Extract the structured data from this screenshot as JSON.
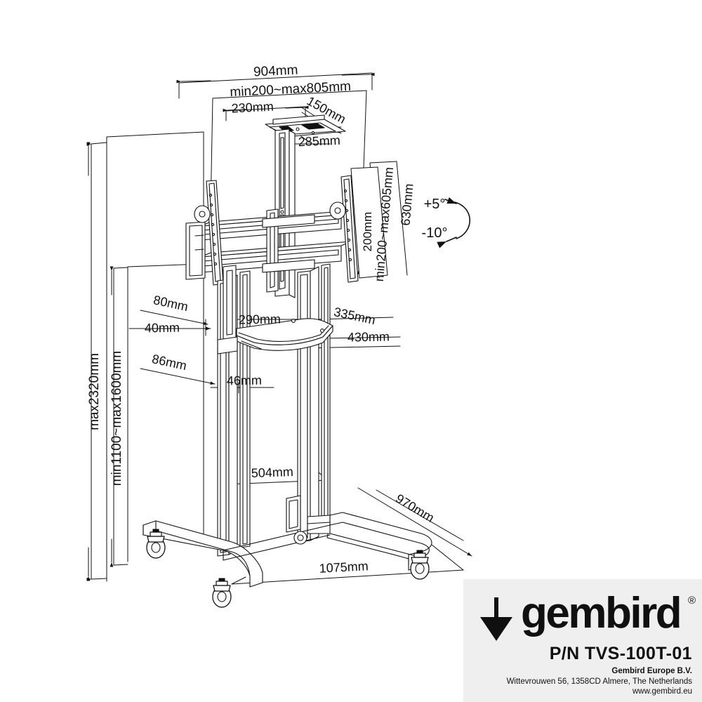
{
  "document": {
    "type": "technical-dimension-drawing",
    "subject": "Mobile TV floor stand / trolley with tilt bracket and AV shelf",
    "background_color": "#ffffff",
    "line_color": "#111111"
  },
  "dimensions": {
    "top_width": "904mm",
    "bracket_span": "min200~max805mm",
    "plate_width": "230mm",
    "plate_depth": "150mm",
    "plate_height": "285mm",
    "panel_height": "630mm",
    "panel_range": "min200~max605mm",
    "panel_inner": "200mm",
    "column_offset_a": "80mm",
    "column_offset_b": "40mm",
    "shelf_depth": "290mm",
    "shelf_offset": "335mm",
    "shelf_width": "430mm",
    "base_offset_a": "86mm",
    "base_offset_b": "46mm",
    "column_spacing": "504mm",
    "base_depth": "970mm",
    "base_width": "1075mm",
    "total_height": "max2320mm",
    "display_height_range": "min1100~max1600mm"
  },
  "tilt": {
    "up_label": "+5°",
    "down_label": "-10°",
    "arc_icon": "tilt-arc-icon"
  },
  "logo": {
    "arrow_icon": "gembird-arrow-icon",
    "wordmark": "gembird",
    "registered": "®",
    "part_number": "P/N TVS-100T-01",
    "company": "Gembird Europe B.V.",
    "address": "Wittevrouwen 56, 1358CD Almere, The Netherlands",
    "website": "www.gembird.eu",
    "panel_color": "#efefef"
  }
}
